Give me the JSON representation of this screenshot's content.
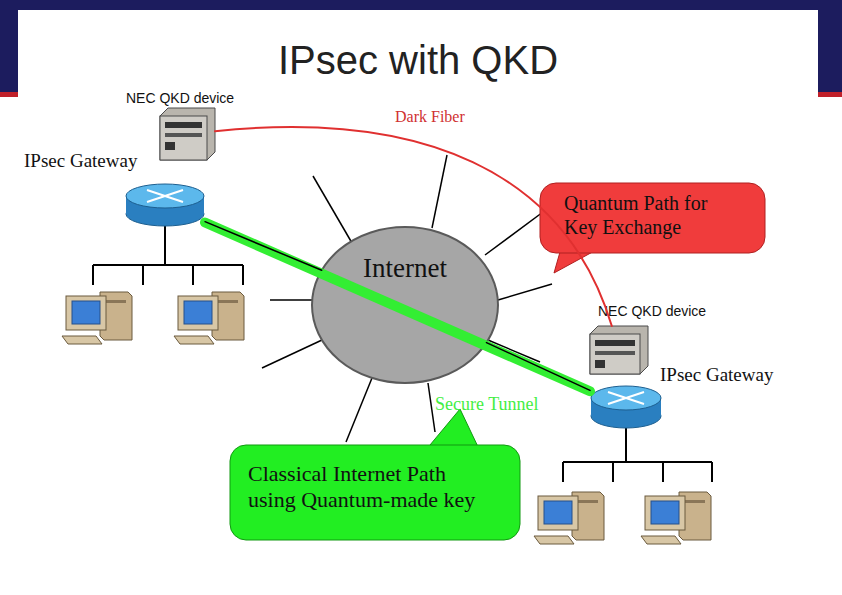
{
  "diagram": {
    "title": "IPsec with QKD",
    "nodes": [
      {
        "text": [
          "NEC QKD device"
        ]
      },
      {
        "text": [
          "IPsec Gateway"
        ]
      },
      {
        "text": [
          "Internet"
        ]
      },
      {
        "text": [
          "Quantum Path for Key Exchange"
        ]
      },
      {
        "text": [
          "NEC QKD device"
        ]
      },
      {
        "text": [
          "IPsec Gateway"
        ]
      },
      {
        "text": [
          "Classical Internet Path using Quantum-made key"
        ]
      }
    ],
    "edges": [
      {
        "from": 0,
        "to": 4,
        "arrow": "none",
        "label": "Dark Fiber"
      },
      {
        "from": 1,
        "to": 5,
        "arrow": "none",
        "label": "Secure Tunnel"
      },
      {
        "from": 1,
        "to": 2,
        "arrow": "none"
      },
      {
        "from": 5,
        "to": 2,
        "arrow": "none"
      }
    ]
  }
}
